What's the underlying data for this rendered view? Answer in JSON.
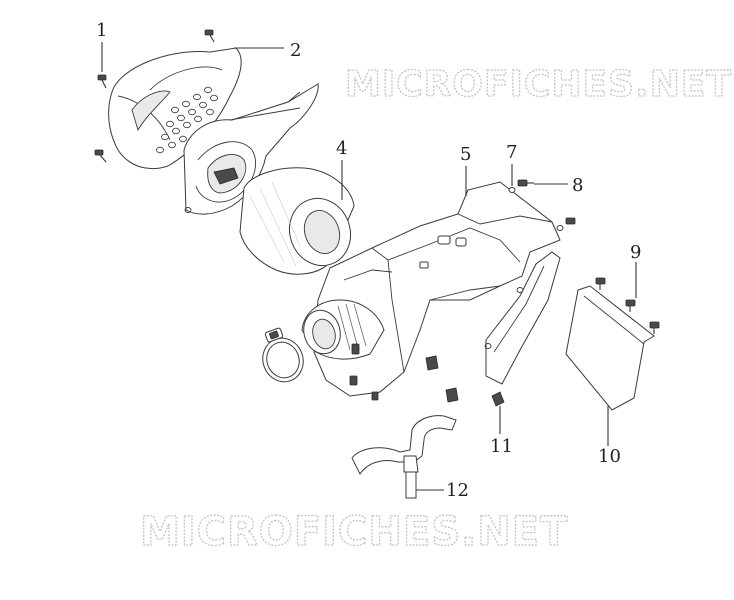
{
  "watermark": {
    "top_text": "MICROFICHES.NET",
    "bottom_text": "MICROFICHES.NET"
  },
  "callouts": [
    {
      "number": "1"
    },
    {
      "number": "2"
    },
    {
      "number": "4"
    },
    {
      "number": "5"
    },
    {
      "number": "7"
    },
    {
      "number": "8"
    },
    {
      "number": "9"
    },
    {
      "number": "10"
    },
    {
      "number": "11"
    },
    {
      "number": "12"
    }
  ],
  "colors": {
    "line": "#333333",
    "watermark": "#c4c4c4",
    "background": "#ffffff"
  }
}
